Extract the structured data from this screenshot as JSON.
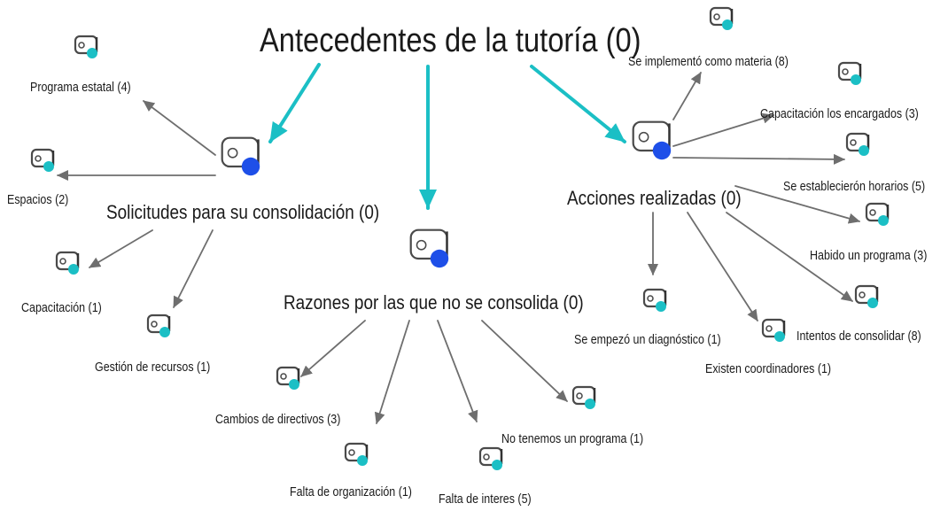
{
  "diagram": {
    "root": {
      "label": "Antecedentes de la tutoría (0)"
    },
    "categories": [
      {
        "key": "solicitudes",
        "label": "Solicitudes para su consolidación (0)",
        "children": [
          "Programa estatal (4)",
          "Espacios (2)",
          "Capacitación (1)",
          "Gestión de recursos (1)"
        ]
      },
      {
        "key": "razones",
        "label": "Razones por las que no se consolida (0)",
        "children": [
          "Cambios de directivos (3)",
          "Falta de organización (1)",
          "Falta de interes (5)",
          "No tenemos un programa (1)"
        ]
      },
      {
        "key": "acciones",
        "label": "Acciones realizadas (0)",
        "children": [
          "Se implementó como materia (8)",
          "Capacitación los encargados (3)",
          "Se establecierón horarios (5)",
          "Habido un programa (3)",
          "Intentos de consolidar (8)",
          "Existen coordinadores (1)",
          "Se empezó un diagnóstico (1)"
        ]
      }
    ]
  },
  "colors": {
    "main_arrow": "#1bbfc5",
    "branch_arrow": "#6e6e6e",
    "category_dot": "#1e4fe8",
    "leaf_dot": "#1bbfc5",
    "icon_outline": "#4a4a4a"
  },
  "icons": {
    "category": "document-node-icon",
    "leaf": "document-node-icon"
  }
}
